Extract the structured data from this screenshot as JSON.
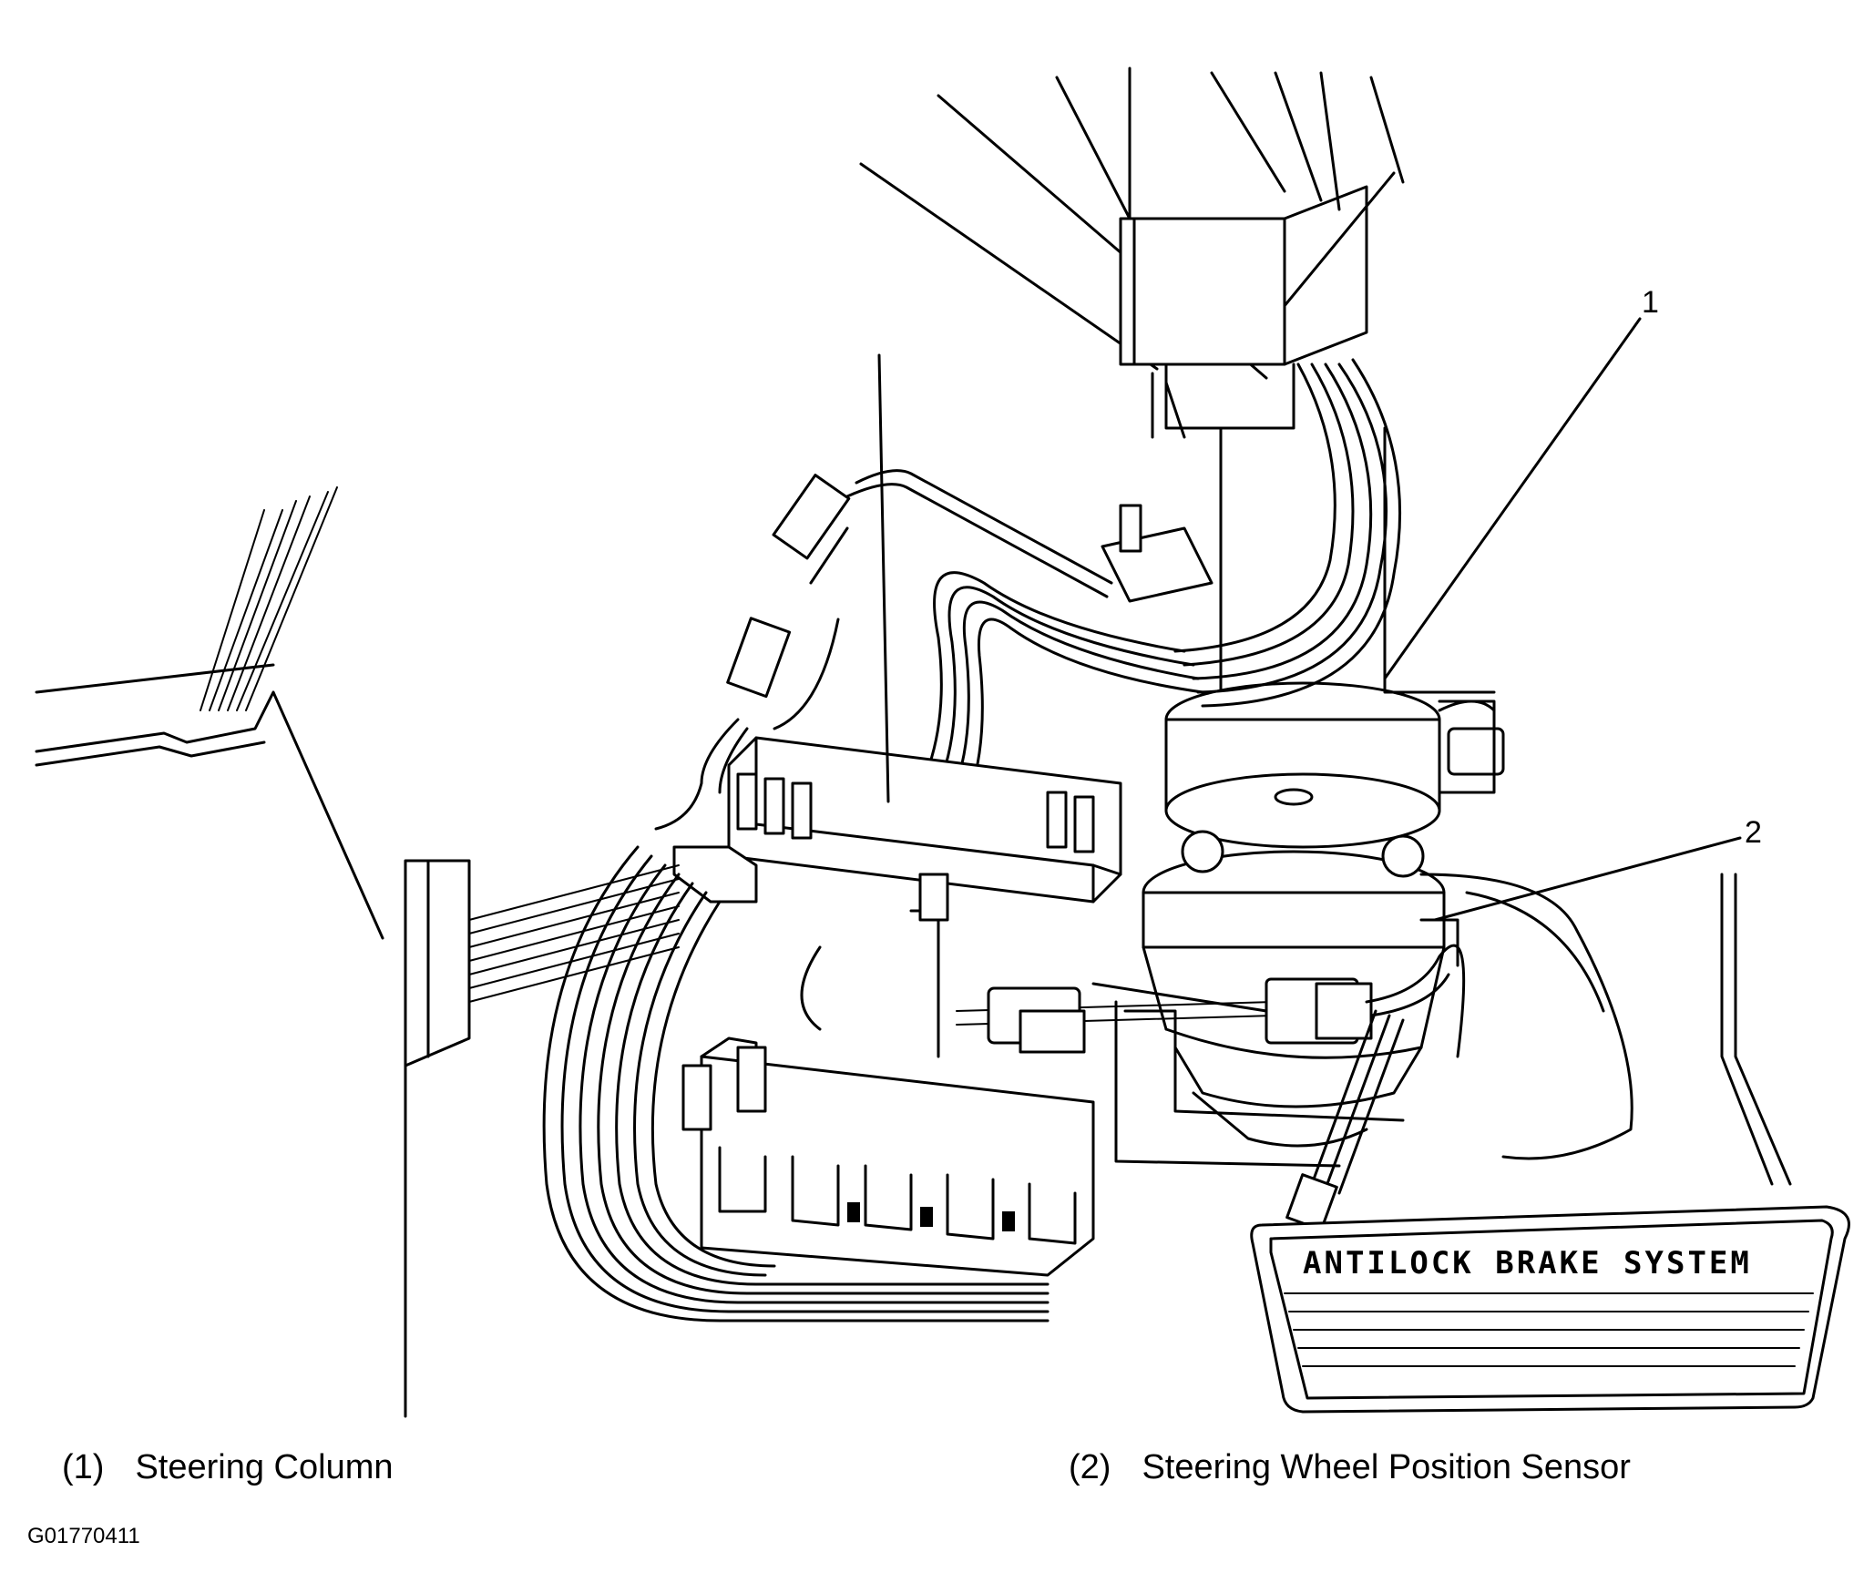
{
  "callouts": [
    {
      "number": "1",
      "label": "Steering Column",
      "legend_number": "(1)"
    },
    {
      "number": "2",
      "label": "Steering Wheel Position Sensor",
      "legend_number": "(2)"
    }
  ],
  "pedal_text": "ANTILOCK BRAKE SYSTEM",
  "figure_id": "G01770411"
}
